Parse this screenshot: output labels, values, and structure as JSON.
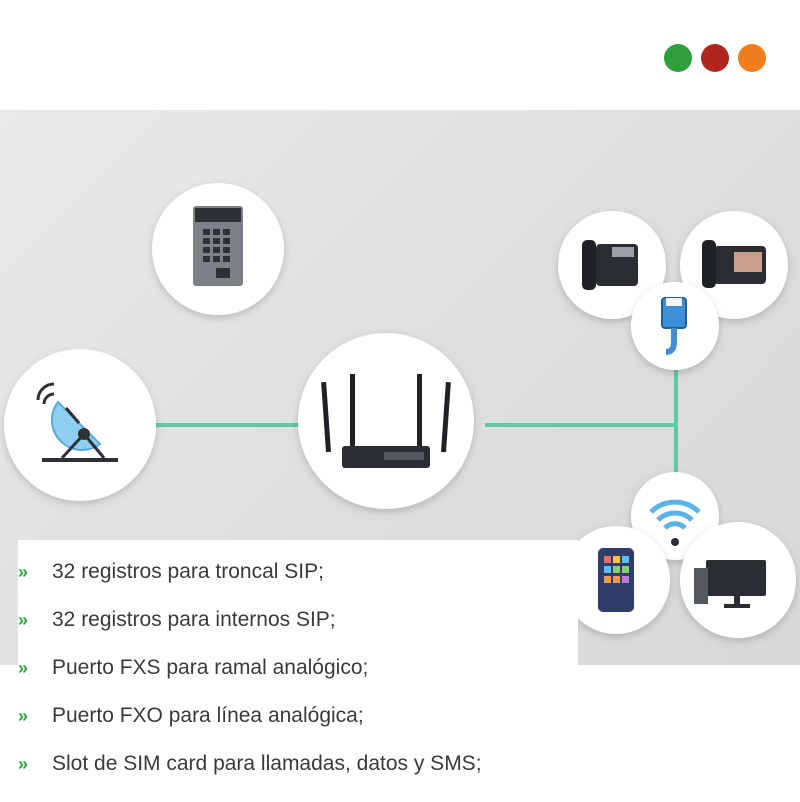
{
  "colors": {
    "dot_1": "#2e9e3a",
    "dot_2": "#b3261e",
    "dot_3": "#ee7d1b",
    "link": "#62c9a4",
    "bullet": "#36a047",
    "text": "#3a3a3a"
  },
  "nodes": [
    {
      "name": "door-intercom-icon"
    },
    {
      "name": "satellite-antenna-icon"
    },
    {
      "name": "router-icon"
    },
    {
      "name": "ip-phone-icon"
    },
    {
      "name": "video-phone-icon"
    },
    {
      "name": "ethernet-cable-icon"
    },
    {
      "name": "wifi-icon"
    },
    {
      "name": "smartphone-icon"
    },
    {
      "name": "desktop-monitor-icon"
    }
  ],
  "features": [
    "32 registros para troncal SIP;",
    "32 registros para internos SIP;",
    "Puerto FXS para ramal analógico;",
    "Puerto FXO para línea analógica;",
    "Slot de  SIM card para llamadas, datos y SMS;"
  ],
  "bullet_symbol": "»"
}
